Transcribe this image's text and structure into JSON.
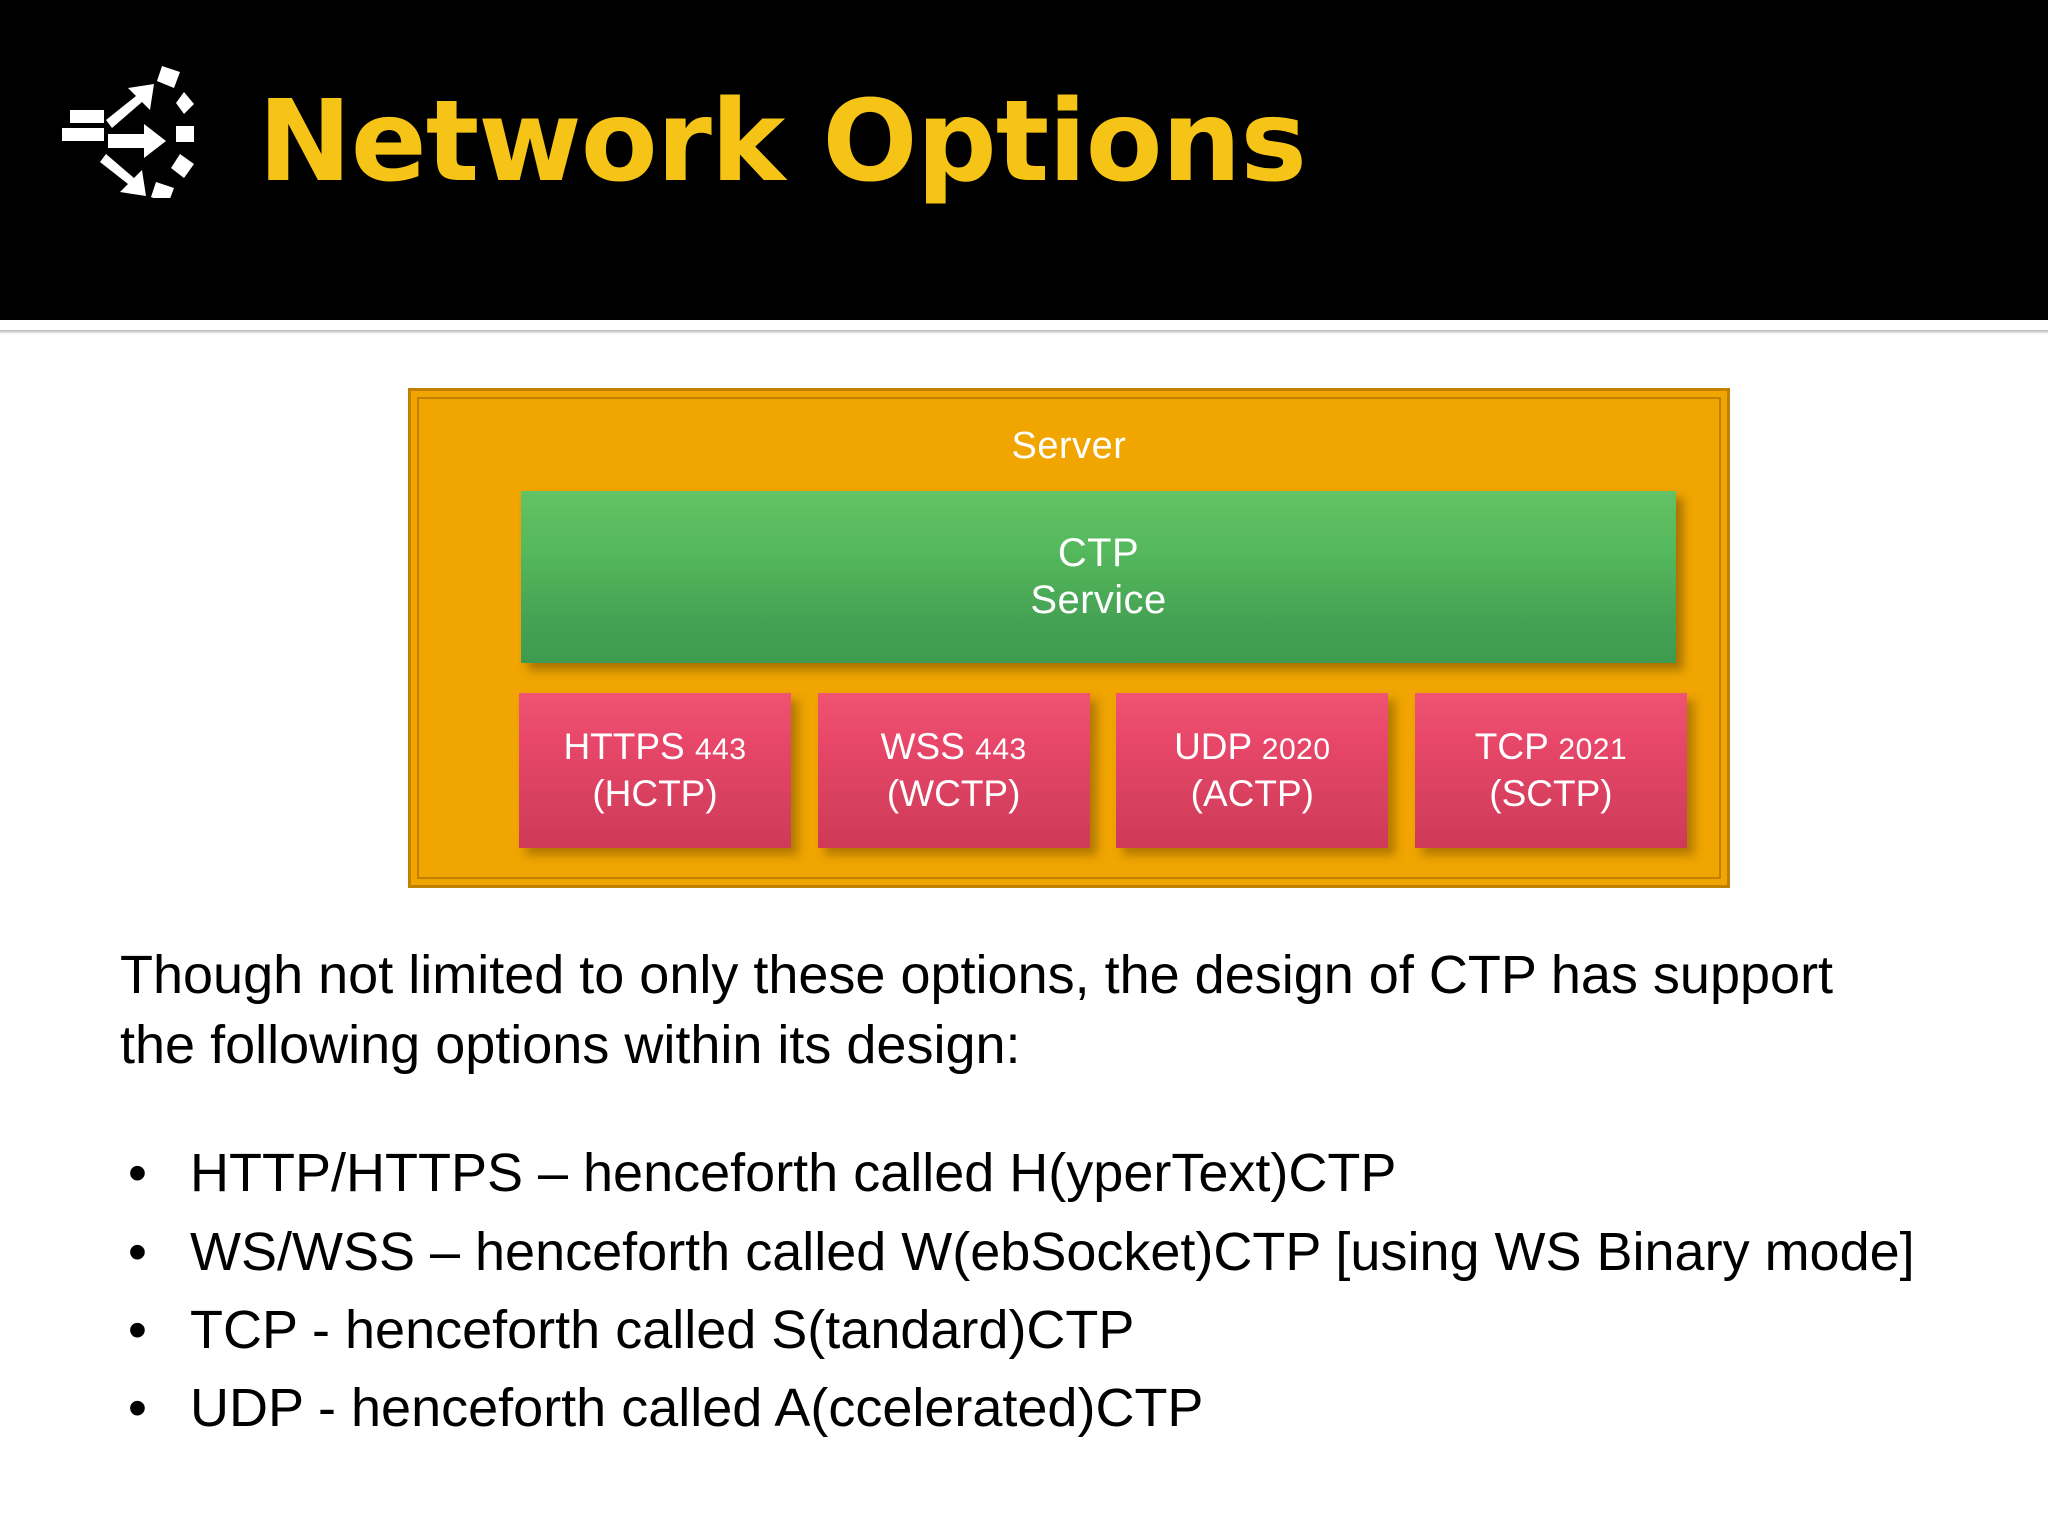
{
  "header": {
    "title": "Network Options",
    "logo_icon": "network-arrows-icon",
    "background_color": "#000000",
    "title_color": "#f5c417"
  },
  "diagram": {
    "server": {
      "label": "Server",
      "fill_color": "#f0a500",
      "border_color": "#c08000"
    },
    "service": {
      "line1": "CTP",
      "line2": "Service",
      "fill_color": "#4aab56"
    },
    "protocols": [
      {
        "name": "HTTPS",
        "port": "443",
        "alias": "(HCTP)"
      },
      {
        "name": "WSS",
        "port": "443",
        "alias": "(WCTP)"
      },
      {
        "name": "UDP",
        "port": "2020",
        "alias": "(ACTP)"
      },
      {
        "name": "TCP",
        "port": "2021",
        "alias": "(SCTP)"
      }
    ],
    "protocol_fill_color": "#e2456a"
  },
  "content": {
    "intro": "Though not limited to only these options, the design of CTP has support the following options within its design:",
    "bullet_char": "•",
    "bullets": [
      "HTTP/HTTPS – henceforth called H(yperText)CTP",
      "WS/WSS – henceforth called W(ebSocket)CTP [using WS Binary mode]",
      "TCP - henceforth called S(tandard)CTP",
      "UDP - henceforth called A(ccelerated)CTP"
    ]
  }
}
